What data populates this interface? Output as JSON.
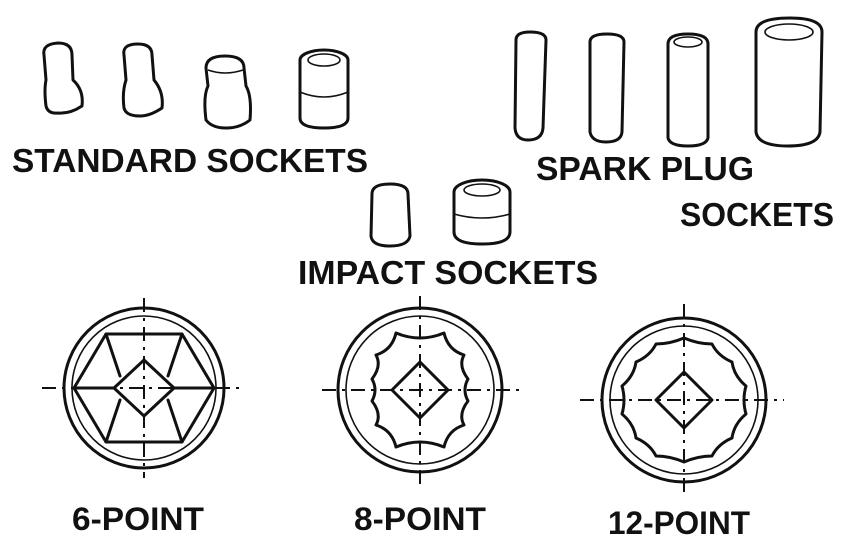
{
  "labels": {
    "standard": "STANDARD SOCKETS",
    "spark_line1": "SPARK PLUG",
    "spark_line2": "SOCKETS",
    "impact": "IMPACT SOCKETS",
    "six_point": "6-POINT",
    "eight_point": "8-POINT",
    "twelve_point": "12-POINT"
  },
  "colors": {
    "ink": "#111111",
    "paper": "#ffffff"
  }
}
